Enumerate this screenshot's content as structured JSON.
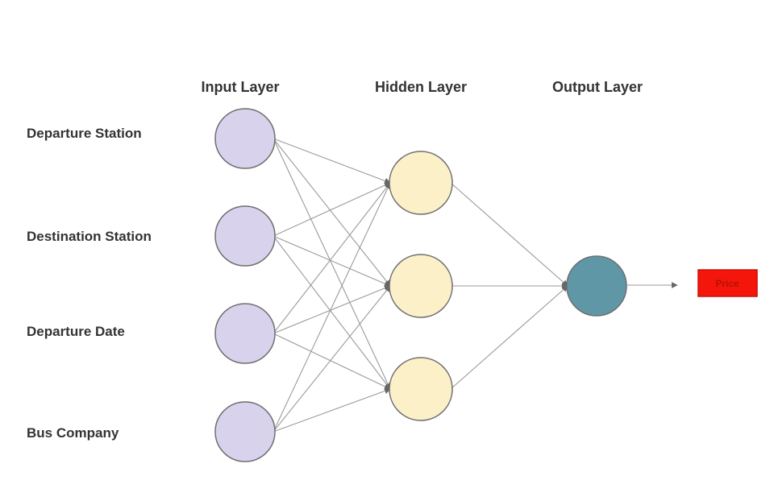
{
  "diagram": {
    "layers": {
      "input": {
        "title": "Input Layer",
        "color": "#d9d2ec"
      },
      "hidden": {
        "title": "Hidden Layer",
        "color": "#fcf0c8"
      },
      "output": {
        "title": "Output Layer",
        "color": "#5f97a6"
      }
    },
    "input_nodes": [
      "Departure Station",
      "Destination Station",
      "Departure Date",
      "Bus Company"
    ],
    "hidden_node_count": 3,
    "output_node_count": 1,
    "result": {
      "label": "Price",
      "box_color": "#f5160b",
      "text_color": "#b31208"
    },
    "edge_color": "#9a9a9a"
  }
}
